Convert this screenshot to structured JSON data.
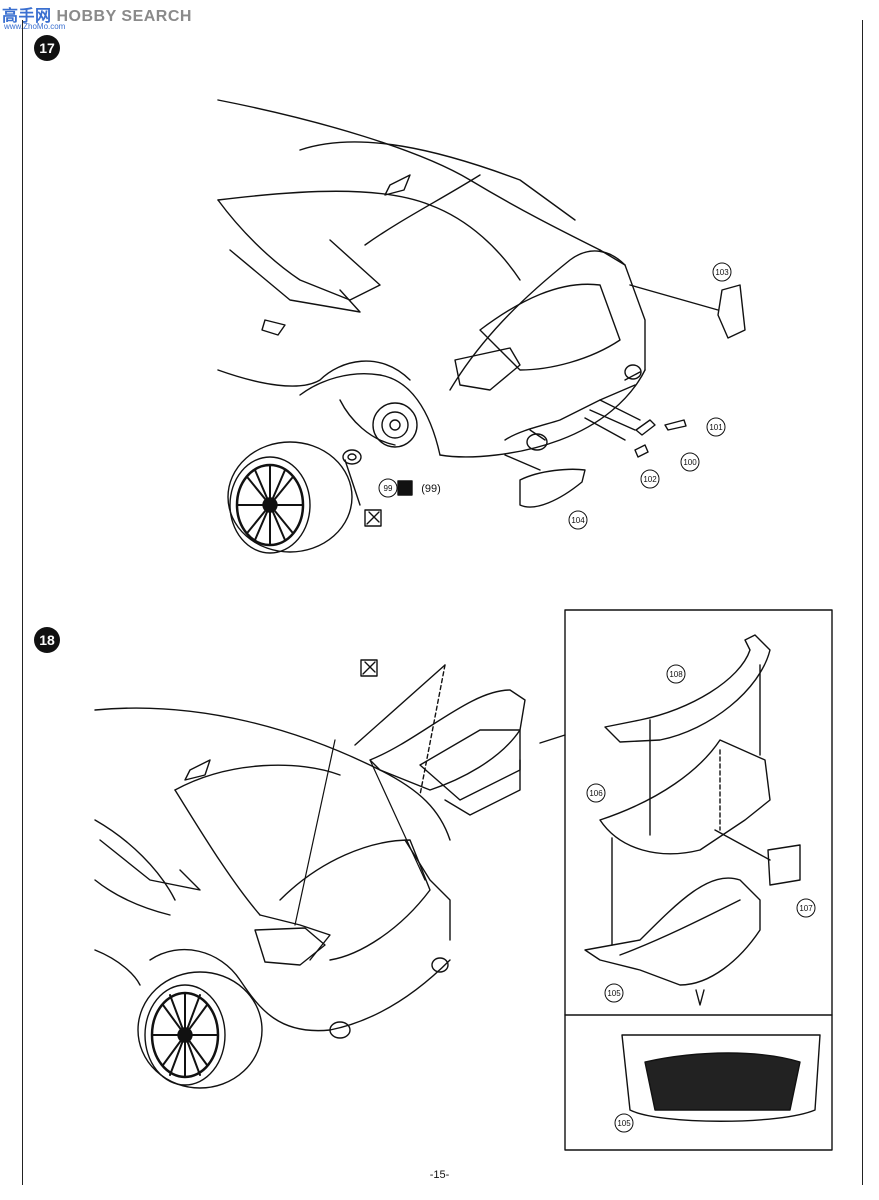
{
  "watermark": {
    "brand": "高手网",
    "site": "HOBBY SEARCH",
    "url": "www.ZhoMo.com"
  },
  "steps": [
    {
      "number": "17",
      "parts": [
        "103",
        "101",
        "100",
        "102",
        "104",
        "99"
      ],
      "side_label": "(99)"
    },
    {
      "number": "18",
      "parts": [
        "108",
        "106",
        "107",
        "105",
        "105"
      ]
    }
  ],
  "page_number": "-15-"
}
